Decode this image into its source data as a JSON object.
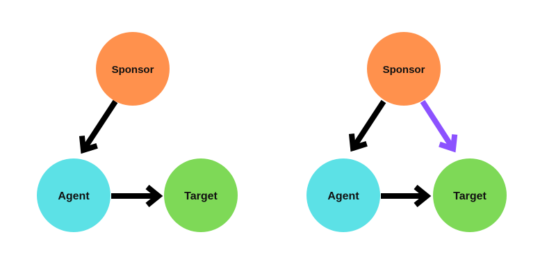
{
  "colors": {
    "sponsor": "#FF914D",
    "agent": "#5CE1E6",
    "target": "#7ED957",
    "arrow_default": "#000000",
    "arrow_highlight": "#8C52FF",
    "background": "#FFFFFF"
  },
  "diagrams": [
    {
      "nodes": {
        "sponsor": "Sponsor",
        "agent": "Agent",
        "target": "Target"
      },
      "edges": [
        {
          "from": "sponsor",
          "to": "agent",
          "color": "arrow_default"
        },
        {
          "from": "agent",
          "to": "target",
          "color": "arrow_default"
        }
      ]
    },
    {
      "nodes": {
        "sponsor": "Sponsor",
        "agent": "Agent",
        "target": "Target"
      },
      "edges": [
        {
          "from": "sponsor",
          "to": "agent",
          "color": "arrow_default"
        },
        {
          "from": "agent",
          "to": "target",
          "color": "arrow_default"
        },
        {
          "from": "sponsor",
          "to": "target",
          "color": "arrow_highlight"
        }
      ]
    }
  ]
}
